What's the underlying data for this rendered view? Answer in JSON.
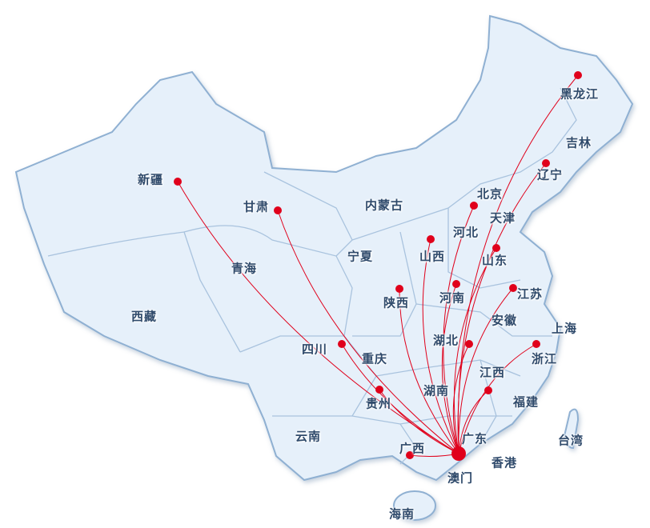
{
  "map": {
    "origin": "澳门",
    "line_color": "#e0001b",
    "land_color": "#e6f0fa",
    "border_color": "#8fb0d2",
    "provinces": {
      "xinjiang": "新疆",
      "gansu": "甘肃",
      "neimenggu": "内蒙古",
      "beijing": "北京",
      "tianjin": "天津",
      "hebei": "河北",
      "ningxia": "宁夏",
      "shanxi": "山西",
      "shandong": "山东",
      "qinghai": "青海",
      "shaanxi": "陕西",
      "henan": "河南",
      "jiangsu": "江苏",
      "anhui": "安徽",
      "shanghai": "上海",
      "xizang": "西藏",
      "sichuan": "四川",
      "chongqing": "重庆",
      "hubei": "湖北",
      "zhejiang": "浙江",
      "jiangxi": "江西",
      "hunan": "湖南",
      "guizhou": "贵州",
      "fujian": "福建",
      "yunnan": "云南",
      "guangxi": "广西",
      "guangdong": "广东",
      "taiwan": "台湾",
      "xianggang": "香港",
      "aomen": "澳门",
      "hainan": "海南",
      "heilongjiang": "黑龙江",
      "jilin": "吉林",
      "liaoning": "辽宁"
    },
    "destinations": [
      "xinjiang",
      "gansu",
      "heilongjiang",
      "liaoning",
      "beijing",
      "shanxi",
      "shandong",
      "shaanxi",
      "henan",
      "jiangsu",
      "hubei",
      "zhejiang",
      "sichuan",
      "guizhou",
      "jiangxi",
      "guangxi"
    ]
  }
}
